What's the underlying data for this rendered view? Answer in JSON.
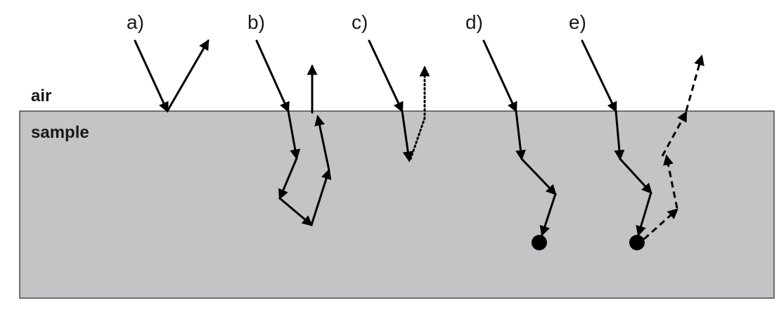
{
  "labels": {
    "air": "air",
    "sample": "sample"
  },
  "cases": [
    {
      "id": "a",
      "label": "a)",
      "description": "specular reflection at surface"
    },
    {
      "id": "b",
      "label": "b)",
      "description": "multiple scattering and re-emergence"
    },
    {
      "id": "c",
      "label": "c)",
      "description": "scattering with weak re-emergence"
    },
    {
      "id": "d",
      "label": "d)",
      "description": "absorption"
    },
    {
      "id": "e",
      "label": "e)",
      "description": "absorption and re-emission"
    }
  ],
  "colors": {
    "sample_fill": "#c3c4c6",
    "sample_border": "#4a4a4a",
    "ray": "#000000",
    "background": "#ffffff"
  },
  "line_styles": {
    "incident": "solid",
    "weak_exit": "dotted",
    "re_emission": "dashed"
  }
}
